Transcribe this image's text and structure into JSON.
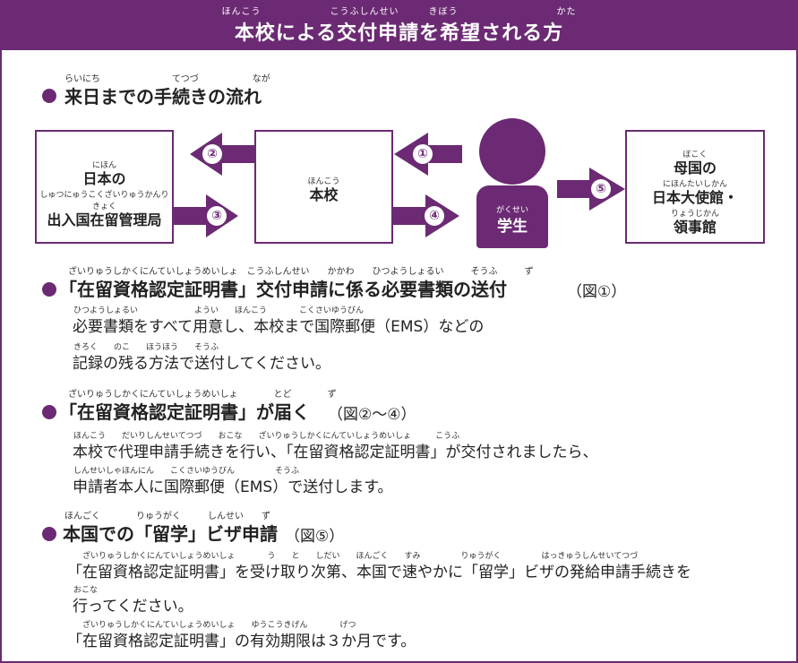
{
  "header": {
    "title_ruby": "ほんこう　　　　　　　こうふしんせい　　　きぼう　　　　　　　　　　かた",
    "title": "本校による交付申請を希望される方"
  },
  "section1": {
    "ruby": "らいにち　　　　　　　　てつづ　　　　　　なが",
    "title": "来日までの手続きの流れ"
  },
  "diagram": {
    "box_japan": {
      "ruby1": "にほん",
      "line1": "日本の",
      "ruby2": "しゅつにゅうこくざいりゅうかんりきょく",
      "line2": "出入国在留管理局"
    },
    "box_school": {
      "ruby": "ほんこう",
      "label": "本校"
    },
    "student": {
      "ruby": "がくせい",
      "label": "学生"
    },
    "box_home": {
      "ruby1": "ぼこく",
      "line1": "母国の",
      "ruby2": "にほんたいしかん",
      "line2": "日本大使館・",
      "ruby3": "りょうじかん",
      "line3": "領事館"
    },
    "arrows": [
      "①",
      "②",
      "③",
      "④",
      "⑤"
    ]
  },
  "section2": {
    "ruby": "ざいりゅうしかくにんていしょうめいしょ　こうふしんせい　　かかわ　　ひつようしょるい　　　そうふ　　　ず",
    "title": "「在留資格認定証明書」交付申請に係る必要書類の送付",
    "fig": "（図①）",
    "line1_ruby": "ひつようしょるい　　　　　　　ようい　　ほんこう　　　　こくさいゆうびん",
    "line1": "必要書類をすべて用意し、本校まで国際郵便（EMS）などの",
    "line2_ruby": "きろく　　のこ　　ほうほう　　そうふ",
    "line2": "記録の残る方法で送付してください。"
  },
  "section3": {
    "ruby": "ざいりゅうしかくにんていしょうめいしょ　　　　とど　　　　ず",
    "title": "「在留資格認定証明書」が届く",
    "fig": "（図②〜④）",
    "line1_ruby": "ほんこう　　だいりしんせいてつづ　　おこな　　ざいりゅうしかくにんていしょうめいしょ　　　こうふ",
    "line1": "本校で代理申請手続きを行い、「在留資格認定証明書」が交付されましたら、",
    "line2_ruby": "しんせいしゃほんにん　　こくさいゆうびん　　　　　そうふ",
    "line2": "申請者本人に国際郵便（EMS）で送付します。"
  },
  "section4": {
    "ruby": "ほんごく　　　　りゅうがく　　　しんせい　　ず",
    "title": "本国での「留学」ビザ申請",
    "fig": "（図⑤）",
    "line1_ruby": "ざいりゅうしかくにんていしょうめいしょ　　　　う　　と　　しだい　　ほんごく　　すみ　　　　　りゅうがく　　　　　はっきゅうしんせいてつづ",
    "line1": "「在留資格認定証明書」を受け取り次第、本国で速やかに「留学」ビザの発給申請手続きを",
    "line2_ruby": "おこな",
    "line2": "行ってください。",
    "line3_ruby": "ざいりゅうしかくにんていしょうめいしょ　　ゆうこうきげん　　　　げつ",
    "line3": "「在留資格認定証明書」の有効期限は３か月です。"
  },
  "colors": {
    "accent": "#6b2a73",
    "background": "#ffffff",
    "text": "#222222"
  }
}
